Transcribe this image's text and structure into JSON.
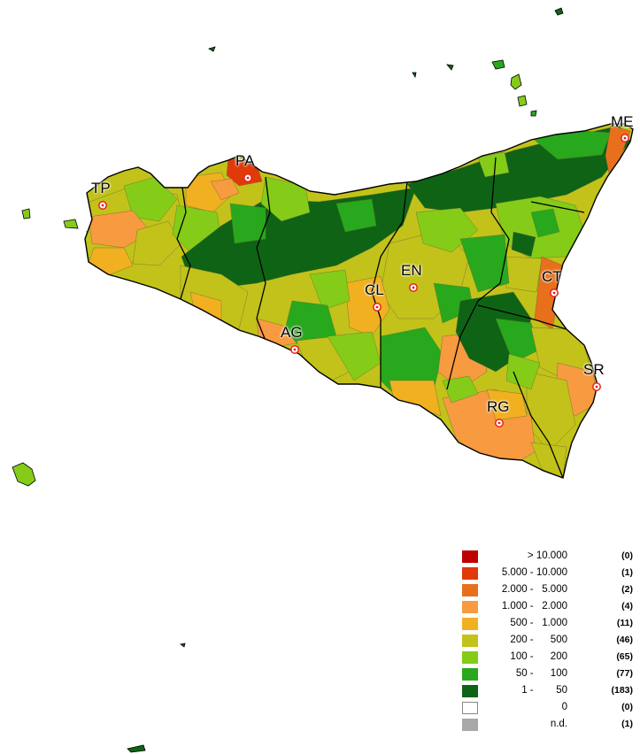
{
  "cities": [
    {
      "code": "ME"
    },
    {
      "code": "PA"
    },
    {
      "code": "TP"
    },
    {
      "code": "EN"
    },
    {
      "code": "CL"
    },
    {
      "code": "CT"
    },
    {
      "code": "AG"
    },
    {
      "code": "SR"
    },
    {
      "code": "RG"
    }
  ],
  "legend": {
    "items": [
      {
        "range": "> 10.000",
        "count": "(0)",
        "color": "#c00000"
      },
      {
        "range": "5.000 - 10.000",
        "count": "(1)",
        "color": "#e03a0a"
      },
      {
        "range": "2.000 -   5.000",
        "count": "(2)",
        "color": "#e8701c"
      },
      {
        "range": "1.000 -   2.000",
        "count": "(4)",
        "color": "#f79a40"
      },
      {
        "range": "500 -   1.000",
        "count": "(11)",
        "color": "#f0b020"
      },
      {
        "range": "200 -      500",
        "count": "(46)",
        "color": "#c2c21a"
      },
      {
        "range": "100 -      200",
        "count": "(65)",
        "color": "#84cc18"
      },
      {
        "range": "50 -      100",
        "count": "(77)",
        "color": "#28a81c"
      },
      {
        "range": "1 -        50",
        "count": "(183)",
        "color": "#0e6414"
      },
      {
        "range": "0",
        "count": "(0)",
        "color": "#ffffff"
      },
      {
        "range": "n.d.",
        "count": "(1)",
        "color": "#a8a8a8"
      }
    ]
  },
  "colors": {
    "border": "#000000",
    "city_marker": "#e8201c"
  }
}
